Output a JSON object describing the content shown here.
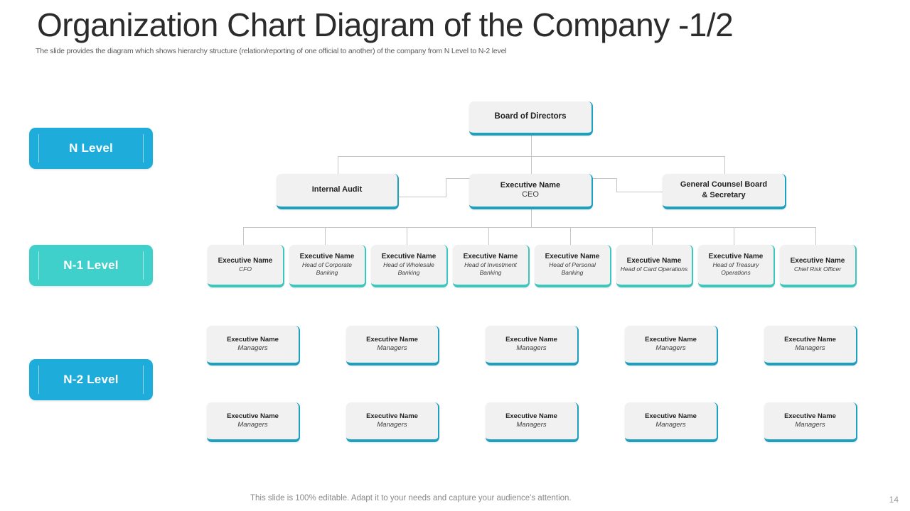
{
  "header": {
    "title": "Organization Chart Diagram of the Company -1/2",
    "subtitle": "The slide provides the diagram which shows hierarchy structure (relation/reporting of one official to another) of the company  from N Level to N-2 level"
  },
  "levels": [
    {
      "label": "N Level",
      "color": "#1eaddb"
    },
    {
      "label": "N-1 Level",
      "color": "#3fd0cc"
    },
    {
      "label": "N-2 Level",
      "color": "#1eaddb"
    }
  ],
  "org": {
    "root": {
      "name": "Board of Directors",
      "role": ""
    },
    "row2": [
      {
        "name": "Internal Audit",
        "role": ""
      },
      {
        "name": "Executive Name",
        "role": "CEO"
      },
      {
        "name": "General Counsel Board",
        "role": "& Secretary"
      }
    ],
    "row3": [
      {
        "name": "Executive Name",
        "role": "CFO"
      },
      {
        "name": "Executive Name",
        "role": "Head of Corporate Banking"
      },
      {
        "name": "Executive Name",
        "role": "Head of Wholesale Banking"
      },
      {
        "name": "Executive Name",
        "role": "Head of Investment Banking"
      },
      {
        "name": "Executive Name",
        "role": "Head of Personal Banking"
      },
      {
        "name": "Executive Name",
        "role": "Head of Card Operations"
      },
      {
        "name": "Executive Name",
        "role": "Head of Treasury Operations"
      },
      {
        "name": "Executive Name",
        "role": "Chief Risk Officer"
      }
    ],
    "row4": [
      {
        "name": "Executive Name",
        "role": "Managers"
      },
      {
        "name": "Executive Name",
        "role": "Managers"
      },
      {
        "name": "Executive Name",
        "role": "Managers"
      },
      {
        "name": "Executive Name",
        "role": "Managers"
      },
      {
        "name": "Executive Name",
        "role": "Managers"
      }
    ],
    "row5": [
      {
        "name": "Executive Name",
        "role": "Managers"
      },
      {
        "name": "Executive Name",
        "role": "Managers"
      },
      {
        "name": "Executive Name",
        "role": "Managers"
      },
      {
        "name": "Executive Name",
        "role": "Managers"
      },
      {
        "name": "Executive Name",
        "role": "Managers"
      }
    ]
  },
  "footer": {
    "note": "This slide is 100% editable. Adapt it to your needs and capture your audience's attention.",
    "page": "14"
  },
  "colors": {
    "accent_blue": "#1eaddb",
    "accent_teal": "#3fd0cc",
    "node_accent_blue": "#1e9fc0",
    "node_accent_teal": "#3cc6bd",
    "node_fill": "#f1f1f1",
    "connector": "#c6c6c6"
  }
}
